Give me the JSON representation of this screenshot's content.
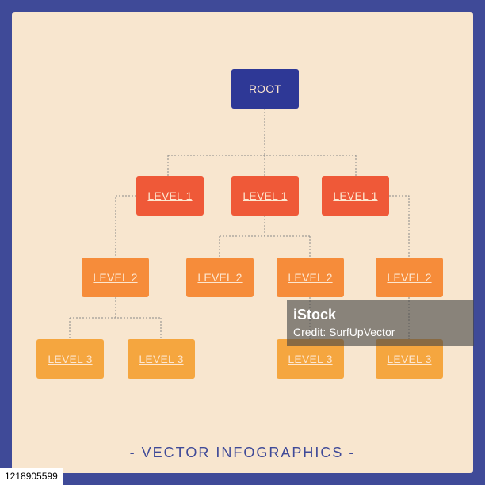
{
  "colors": {
    "border": "#3f4a98",
    "background": "#f8e6cf",
    "root": "#2e3896",
    "level1": "#ef5938",
    "level2": "#f68c3a",
    "level3": "#f5a63f",
    "node_text": "#fde6cf",
    "connector": "#8a8a8a",
    "footer_text": "#3f4a98"
  },
  "nodes": {
    "root": "ROOT",
    "level1": [
      "LEVEL 1",
      "LEVEL 1",
      "LEVEL 1"
    ],
    "level2": [
      "LEVEL 2",
      "LEVEL 2",
      "LEVEL 2",
      "LEVEL 2"
    ],
    "level3": [
      "LEVEL 3",
      "LEVEL 3",
      "LEVEL 3",
      "LEVEL 3"
    ]
  },
  "footer": "- VECTOR INFOGRAPHICS -",
  "watermark": {
    "logo": "iStock",
    "credit": "Credit: SurfUpVector"
  },
  "stock_id": "1218905599"
}
